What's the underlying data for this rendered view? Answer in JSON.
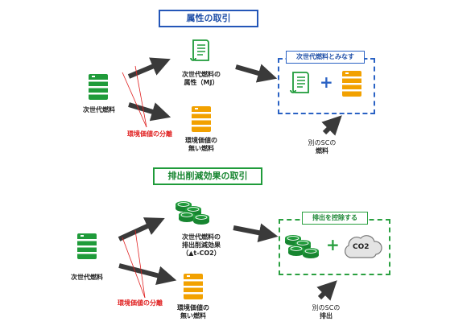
{
  "section1": {
    "title": "属性の取引",
    "source_label": "次世代燃料",
    "out_top_label_l1": "次世代燃料の",
    "out_top_label_l2": "属性（MJ）",
    "out_bottom_label_l1": "環境価値の",
    "out_bottom_label_l2": "無い燃料",
    "split_label": "環境価値の分離",
    "result_tag": "次世代燃料とみなす",
    "plus": "+",
    "other_l1": "別のSCの",
    "other_l2": "燃料"
  },
  "section2": {
    "title": "排出削減効果の取引",
    "source_label": "次世代燃料",
    "out_top_label_l1": "次世代燃料の",
    "out_top_label_l2": "排出削減効果",
    "out_top_label_l3": "（▲t-CO2）",
    "out_bottom_label_l1": "環境価値の",
    "out_bottom_label_l2": "無い燃料",
    "split_label": "環境価値の分離",
    "result_tag": "排出を控除する",
    "plus": "+",
    "cloud_label": "CO2",
    "other_l1": "別のSCの",
    "other_l2": "排出"
  },
  "colors": {
    "green": "#1f9b3a",
    "orange": "#f2a100",
    "blue": "#2a62c4",
    "arrow": "#3a3a3a",
    "red": "#e02020"
  },
  "icons": [
    "barrel-icon",
    "certificate-scroll-icon",
    "coin-stack-icon",
    "co2-cloud-icon",
    "arrow-icon"
  ]
}
